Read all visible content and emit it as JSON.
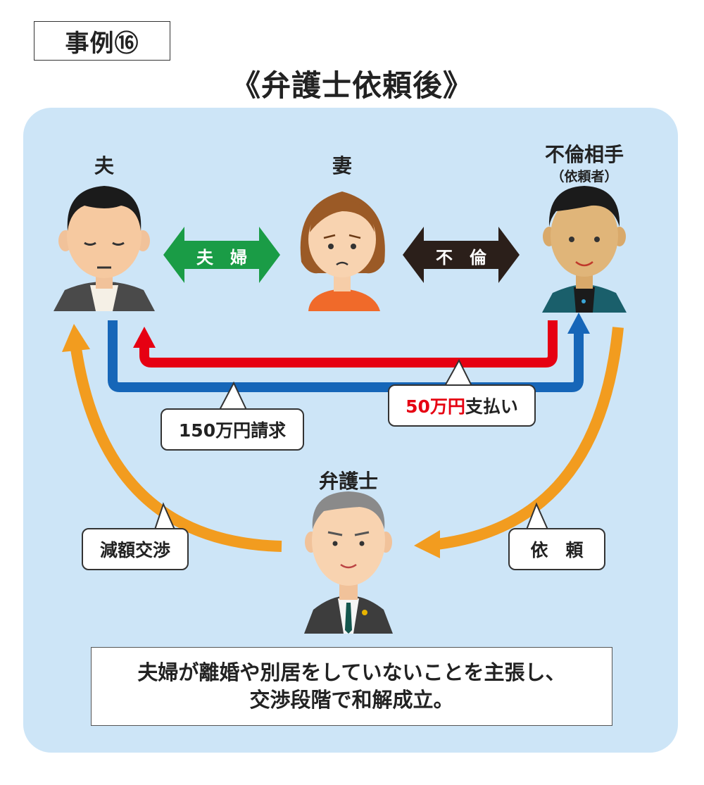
{
  "case_label": "事例⑯",
  "title": "《弁護士依頼後》",
  "people": {
    "husband": "夫",
    "wife": "妻",
    "affair_partner": "不倫相手",
    "affair_partner_sub": "（依頼者）",
    "lawyer": "弁護士"
  },
  "arrows": {
    "couple": "夫　婦",
    "affair": "不　倫"
  },
  "bubbles": {
    "claim": "150万円請求",
    "payment_amount": "50万円",
    "payment_text": "支払い",
    "negotiation": "減額交渉",
    "request": "依　頼"
  },
  "conclusion": {
    "line1": "夫婦が離婚や別居をしていないことを主張し、",
    "line2": "交渉段階で和解成立。"
  },
  "colors": {
    "panel": "#cde5f7",
    "green_arrow": "#1a9c46",
    "black_arrow": "#2b1f1a",
    "red_arrow": "#e60012",
    "blue_arrow": "#1666b8",
    "orange_arrow": "#f29c1f"
  }
}
